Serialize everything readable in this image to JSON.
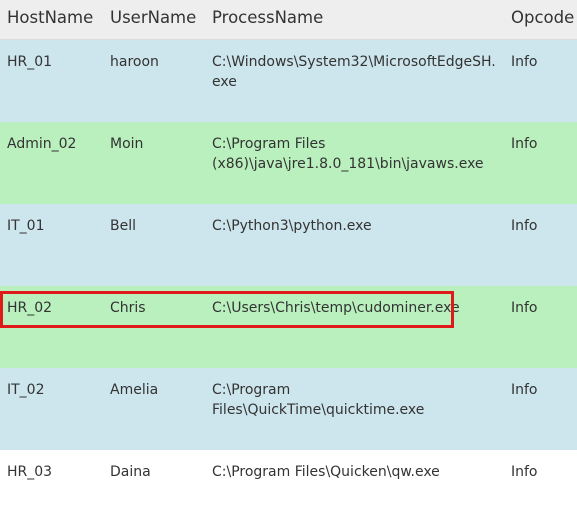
{
  "columns": [
    "HostName",
    "UserName",
    "ProcessName",
    "Opcode"
  ],
  "colors": {
    "header_bg": "#eeeeee",
    "row_blue": "#cde5ec",
    "row_green": "#b9f0bd",
    "row_white": "#ffffff",
    "highlight": "#e01a1a"
  },
  "rows": [
    {
      "host": "HR_01",
      "user": "haroon",
      "process": "C:\\Windows\\System32\\MicrosoftEdgeSH.exe",
      "opcode": "Info",
      "bg": "blue"
    },
    {
      "host": "Admin_02",
      "user": "Moin",
      "process": "C:\\Program Files (x86)\\java\\jre1.8.0_181\\bin\\javaws.exe",
      "opcode": "Info",
      "bg": "green"
    },
    {
      "host": "IT_01",
      "user": "Bell",
      "process": "C:\\Python3\\python.exe",
      "opcode": "Info",
      "bg": "blue"
    },
    {
      "host": "HR_02",
      "user": "Chris",
      "process": "C:\\Users\\Chris\\temp\\cudominer.exe",
      "opcode": "Info",
      "bg": "green",
      "highlighted": true
    },
    {
      "host": "IT_02",
      "user": "Amelia",
      "process": "C:\\Program Files\\QuickTime\\quicktime.exe",
      "opcode": "Info",
      "bg": "blue"
    },
    {
      "host": "HR_03",
      "user": "Daina",
      "process": "C:\\Program Files\\Quicken\\qw.exe",
      "opcode": "Info",
      "bg": "white"
    }
  ]
}
